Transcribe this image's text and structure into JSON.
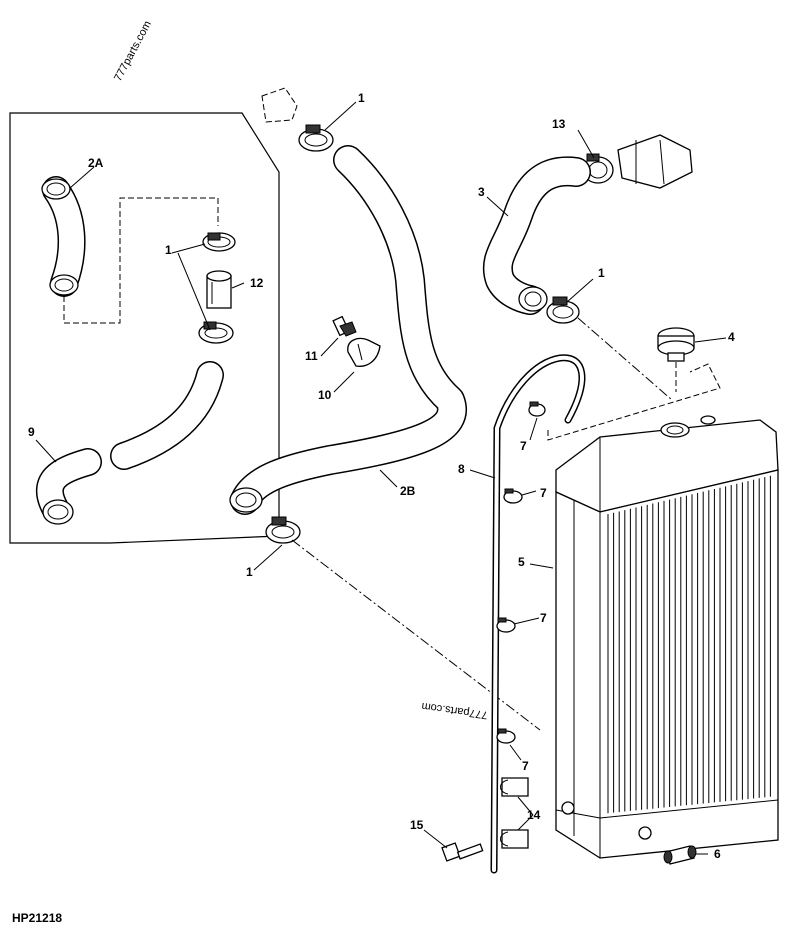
{
  "figure_code": "HP21218",
  "watermarks": [
    "777parts.com",
    "777parts.com"
  ],
  "callouts": [
    {
      "id": "c1a",
      "text": "1"
    },
    {
      "id": "c1b",
      "text": "1"
    },
    {
      "id": "c1c",
      "text": "1"
    },
    {
      "id": "c1d",
      "text": "1"
    },
    {
      "id": "c2A",
      "text": "2A"
    },
    {
      "id": "c2B",
      "text": "2B"
    },
    {
      "id": "c3",
      "text": "3"
    },
    {
      "id": "c4",
      "text": "4"
    },
    {
      "id": "c5",
      "text": "5"
    },
    {
      "id": "c6",
      "text": "6"
    },
    {
      "id": "c7a",
      "text": "7"
    },
    {
      "id": "c7b",
      "text": "7"
    },
    {
      "id": "c7c",
      "text": "7"
    },
    {
      "id": "c7d",
      "text": "7"
    },
    {
      "id": "c8",
      "text": "8"
    },
    {
      "id": "c9",
      "text": "9"
    },
    {
      "id": "c10",
      "text": "10"
    },
    {
      "id": "c11",
      "text": "11"
    },
    {
      "id": "c12",
      "text": "12"
    },
    {
      "id": "c13",
      "text": "13"
    },
    {
      "id": "c14",
      "text": "14"
    },
    {
      "id": "c15",
      "text": "15"
    }
  ]
}
